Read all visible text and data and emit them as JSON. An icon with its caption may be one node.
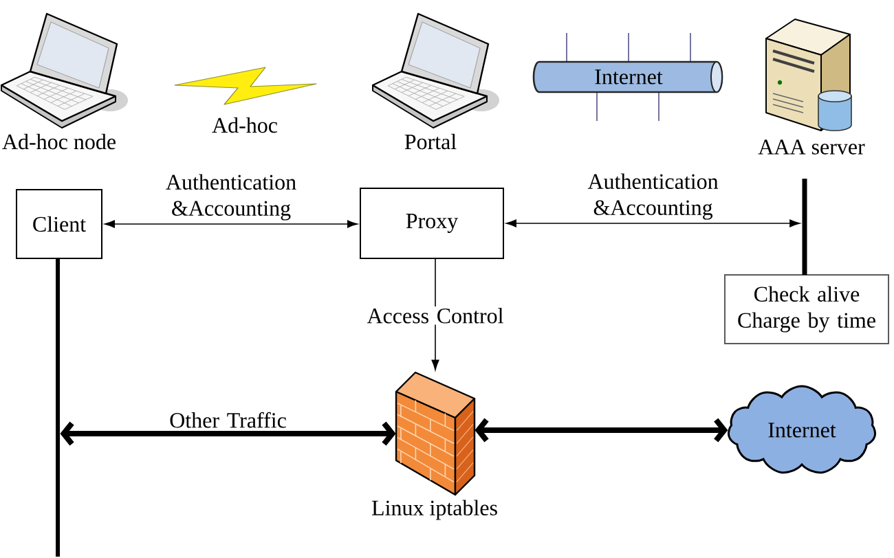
{
  "diagram": {
    "nodes": [
      {
        "text": [
          "Ad-hoc node"
        ]
      },
      {
        "text": [
          "Ad-hoc"
        ]
      },
      {
        "text": [
          "Portal"
        ]
      },
      {
        "text": [
          "Internet"
        ]
      },
      {
        "text": [
          "AAA server"
        ]
      },
      {
        "text": [
          "Client"
        ]
      },
      {
        "text": [
          "Proxy"
        ]
      },
      {
        "text": [
          "Check alive Charge by time"
        ]
      },
      {
        "text": [
          "Linux iptables"
        ]
      },
      {
        "text": [
          "Internet"
        ]
      },
      {
        "text": [],
        "shape": "bar"
      },
      {
        "text": [],
        "shape": "bar"
      }
    ],
    "edges": [
      {
        "from": 5,
        "to": 6,
        "arrow": "both",
        "label": "Authentication &Accounting"
      },
      {
        "from": 6,
        "to": 11,
        "arrow": "both",
        "label": "Authentication &Accounting"
      },
      {
        "from": 6,
        "to": 8,
        "arrow": "to",
        "label": "Access Control"
      },
      {
        "from": 10,
        "to": 8,
        "arrow": "both",
        "label": "Other Traffic",
        "style": "thick"
      },
      {
        "from": 8,
        "to": 9,
        "arrow": "both",
        "style": "thick"
      }
    ]
  }
}
